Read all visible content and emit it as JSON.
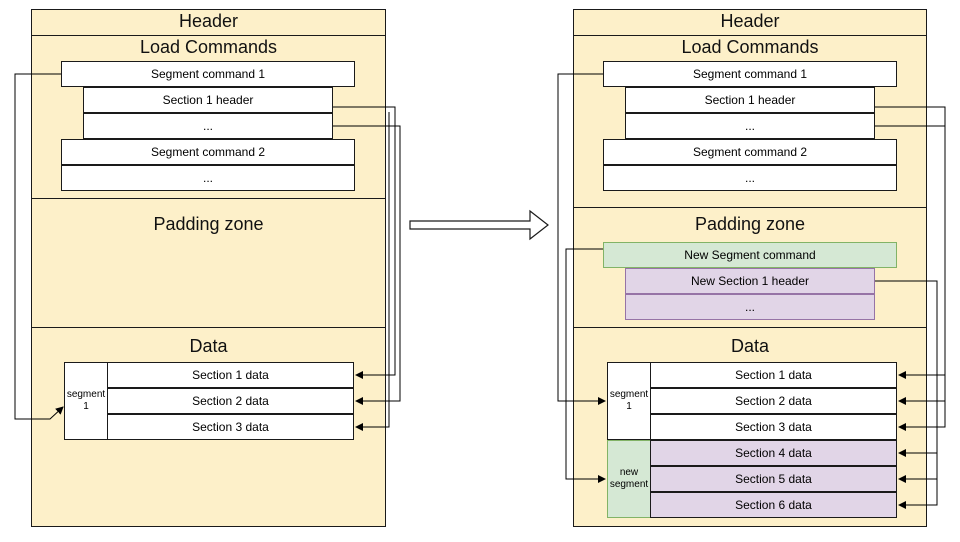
{
  "left": {
    "header": "Header",
    "load_commands": "Load Commands",
    "segment_command_1": "Segment command 1",
    "section_1_header": "Section 1 header",
    "section_ellipsis": "...",
    "segment_command_2": "Segment command 2",
    "segment_2_ellipsis": "...",
    "padding_zone": "Padding zone",
    "data": "Data",
    "segment_label_line1": "segment",
    "segment_label_line2": "1",
    "section_1_data": "Section 1 data",
    "section_2_data": "Section 2 data",
    "section_3_data": "Section 3 data"
  },
  "right": {
    "header": "Header",
    "load_commands": "Load Commands",
    "segment_command_1": "Segment command 1",
    "section_1_header": "Section 1 header",
    "section_ellipsis": "...",
    "segment_command_2": "Segment command 2",
    "segment_2_ellipsis": "...",
    "padding_zone": "Padding zone",
    "new_segment_command": "New Segment command",
    "new_section_1_header": "New Section 1 header",
    "new_section_ellipsis": "...",
    "data": "Data",
    "segment_label_line1": "segment",
    "segment_label_line2": "1",
    "new_segment_label_line1": "new",
    "new_segment_label_line2": "segment",
    "section_1_data": "Section 1 data",
    "section_2_data": "Section 2 data",
    "section_3_data": "Section 3 data",
    "section_4_data": "Section 4 data",
    "section_5_data": "Section 5 data",
    "section_6_data": "Section 6 data"
  },
  "colors": {
    "panel": "#fdf0c9",
    "new_command": "#d5e8d4",
    "new_section": "#e1d5e7"
  }
}
